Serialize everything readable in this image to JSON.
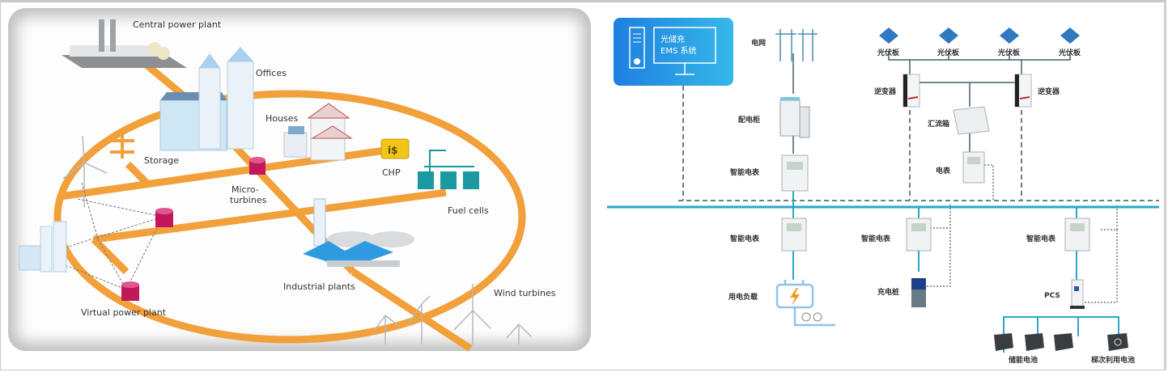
{
  "left_diagram": {
    "title": "Distributed energy / virtual power plant",
    "labels": {
      "central_power_plant": "Central power plant",
      "offices": "Offices",
      "houses": "Houses",
      "storage": "Storage",
      "chp": "CHP",
      "micro_turbines_1": "Micro-",
      "micro_turbines_2": "turbines",
      "fuel_cells": "Fuel cells",
      "industrial_plants": "Industrial plants",
      "wind_turbines": "Wind turbines",
      "virtual_power_plant": "Virtual power plant"
    },
    "colors": {
      "grid_line": "#f2a03a",
      "microturbine": "#c2185b",
      "fuel_cell": "#1a9aa0",
      "chp": "#f0c419",
      "building": "#cfe6f5"
    }
  },
  "right_diagram": {
    "ems_box": {
      "line1": "光储充",
      "line2": "EMS 系统"
    },
    "labels": {
      "grid": "电网",
      "switchgear": "配电柜",
      "smart_meter_top": "智能电表",
      "pv_panel_1": "光伏板",
      "pv_panel_2": "光伏板",
      "pv_panel_3": "光伏板",
      "pv_panel_4": "光伏板",
      "inverter_left": "逆变器",
      "inverter_right": "逆变器",
      "combiner_box": "汇流箱",
      "meter": "电表",
      "smart_meter_load": "智能电表",
      "smart_meter_charger": "智能电表",
      "smart_meter_storage": "智能电表",
      "load": "用电负载",
      "charger": "充电桩",
      "pcs": "PCS",
      "storage_battery": "储能电池",
      "second_life_battery": "梯次利用电池"
    },
    "colors": {
      "bus": "#2aa7c9",
      "ems_from": "#1e7fe0",
      "ems_to": "#35b8ea",
      "dashed": "#6f7f88",
      "bolt": "#f29a1f"
    }
  }
}
